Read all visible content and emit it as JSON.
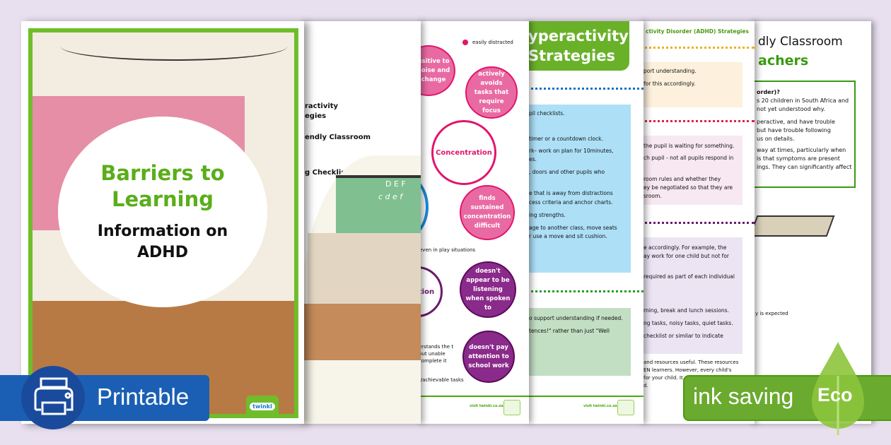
{
  "cover": {
    "title": "Barriers to Learning",
    "subtitle": "Information on ADHD",
    "brand": "twinkl"
  },
  "contents": {
    "items": [
      "ractivity",
      "egies",
      "endly Classroom",
      "g Checklist"
    ],
    "board_letters": "D E F",
    "board_script": "c d e f"
  },
  "mindmap": {
    "top_note": "easily distracted",
    "center": "Concentration",
    "pink_bubbles": [
      "nsitive to noise and change",
      "actively avoids tasks that require focus",
      "finds sustained concentration difficult"
    ],
    "even_note": "even in play situations",
    "center2": "tion",
    "purple_bubbles": [
      "doesn't appear to be listening when spoken to",
      "doesn't pay attention to school work"
    ],
    "understand_note": "erstands the t but unable complete it",
    "bottom_note": "t/achievable tasks",
    "visit": "visit twinkl.co.za"
  },
  "strategies": {
    "header": [
      "yperactivity",
      "Strategies"
    ],
    "blue_lines": [
      "pil checklists.",
      "timer or a countdown clock.",
      "rk– work on plan for 10minutes,",
      "es.",
      ", doors and other pupils who",
      "e that is away from distractions",
      "cess criteria and anchor charts.",
      "ing strengths.",
      "age to another class, move seats",
      "r use a move and sit cushion."
    ],
    "green_lines": [
      "o support understanding if needed.",
      "tences!\" rather than just \"Well"
    ],
    "visit": "visit twinkl.co.za"
  },
  "adhd_strategies": {
    "header": "ctivity Disorder (ADHD) Strategies",
    "yellow_lines": [
      "port understanding.",
      "for this accordingly."
    ],
    "pink_lines": [
      "the pupil is waiting for something.",
      "ch pupil - not all pupils respond in",
      "room rules and whether they",
      "ey be negotiated so that they are",
      "sroom."
    ],
    "lilac_lines": [
      "e accordingly. For example, the",
      "ay work for one child but not for",
      "required as part of each individual",
      "rning, break and lunch sessions.",
      "ng tasks, noisy tasks, quiet tasks.",
      "checklist or similar to indicate"
    ],
    "bottom_lines": [
      "and resources useful. These resources",
      "EN learners. However, every child's",
      "for your child. It",
      "d."
    ]
  },
  "info": {
    "title1": "dly Classroom",
    "title2": "achers",
    "box_lines": [
      "order)?",
      "s 20 children in South Africa and",
      "not yet understood why.",
      "peractive, and have trouble",
      "but have trouble following",
      "us on details.",
      "way at times, particularly when",
      "is that symptoms are present",
      "ings. They can significantly affect"
    ],
    "expected": "y is expected"
  },
  "badges": {
    "printable": "Printable",
    "ink_saving": "ink saving",
    "eco": "Eco",
    "printable_color": "#1a5fb4",
    "eco_color": "#6aaa2e"
  }
}
